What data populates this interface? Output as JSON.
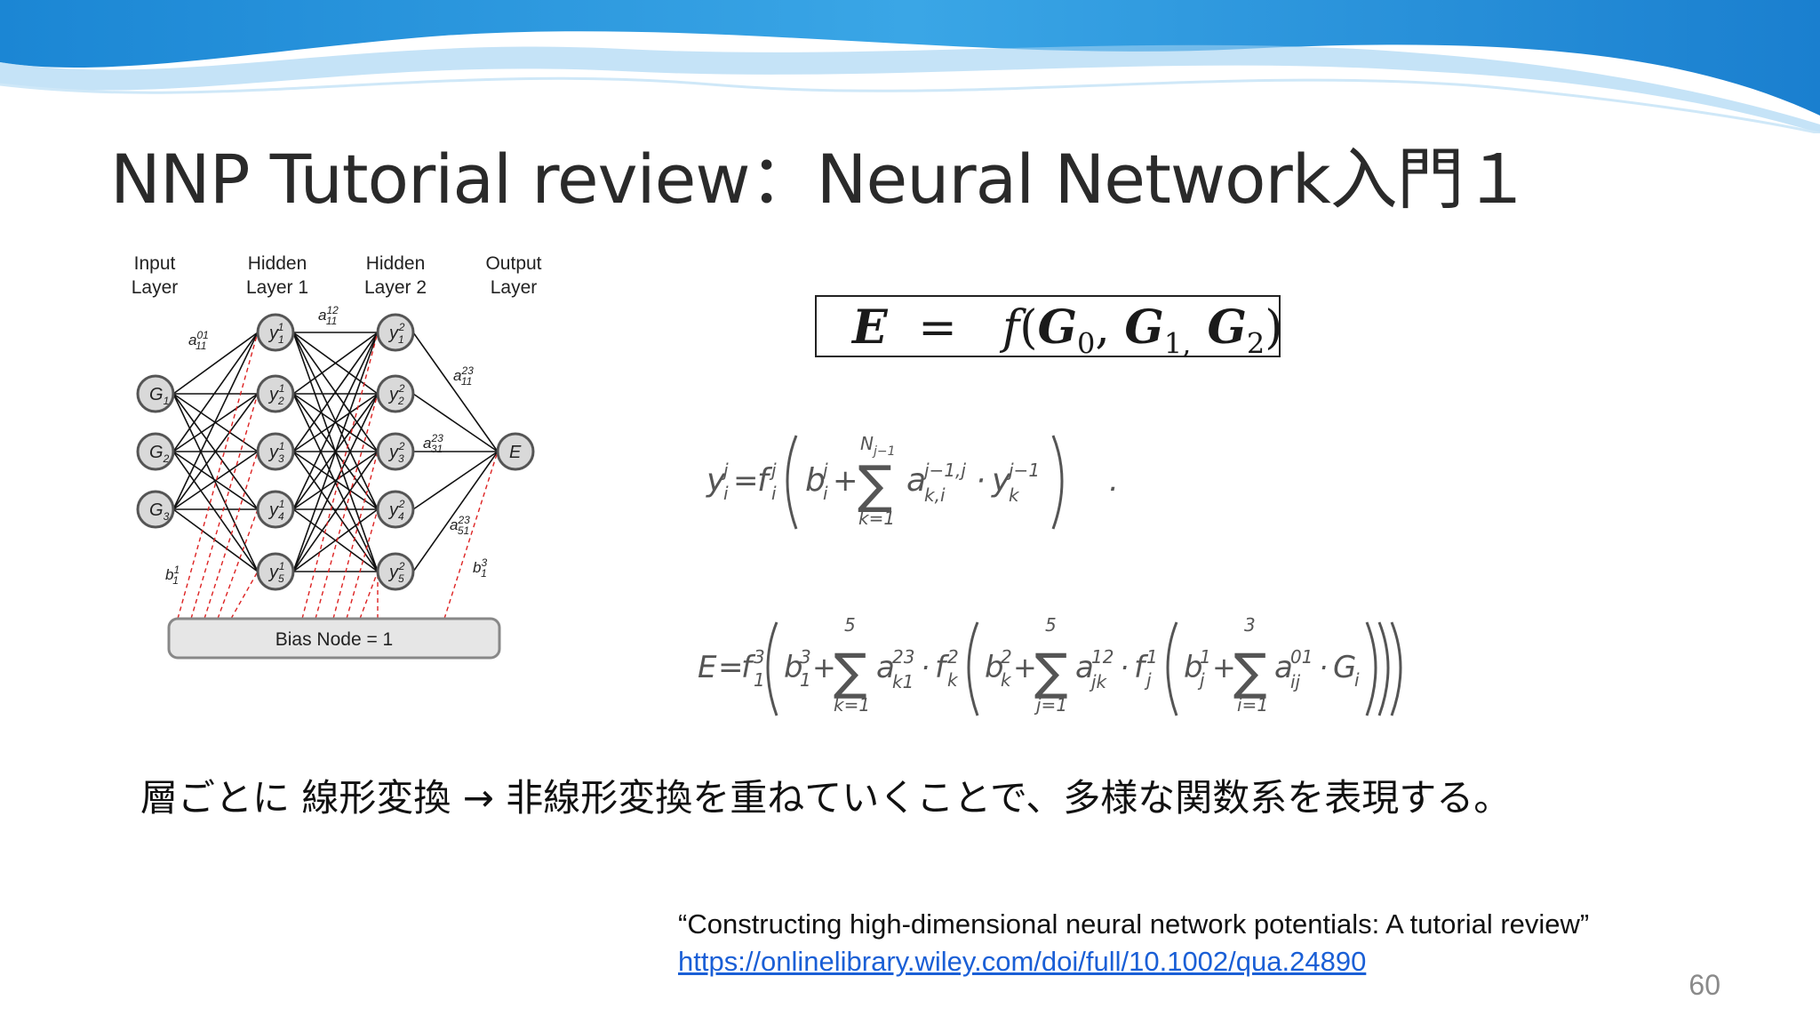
{
  "slide": {
    "title": "NNP Tutorial review：Neural Network入門１",
    "page_number": "60",
    "accent_color": "#1e8fd8"
  },
  "network": {
    "layer_labels": [
      [
        "Input",
        "Layer"
      ],
      [
        "Hidden",
        "Layer 1"
      ],
      [
        "Hidden",
        "Layer 2"
      ],
      [
        "Output",
        "Layer"
      ]
    ],
    "input_nodes": [
      "G1",
      "G2",
      "G3"
    ],
    "hidden1_nodes": [
      "y1",
      "y2",
      "y3",
      "y4",
      "y5"
    ],
    "hidden2_nodes": [
      "y1",
      "y2",
      "y3",
      "y4",
      "y5"
    ],
    "output_node": "E",
    "bias_label": "Bias Node = 1",
    "weight_labels": [
      "a01 11",
      "a12 11",
      "a23 11",
      "a23 31",
      "a23 51",
      "b1 1",
      "b3 1"
    ]
  },
  "equations": {
    "boxed": {
      "lhs": "E",
      "eq": "=",
      "f": "f",
      "args": "(G0, G1, G2)"
    },
    "node_formula": "y_i^j = f_i^j ( b_i^j + Σ_{k=1}^{N_{j-1}} a_{k,i}^{j-1,j} · y_k^{j-1} ) .",
    "energy_formula": "E = f_1^3 ( b_1^3 + Σ_{k=1}^{5} a_{k1}^{23} · f_k^2 ( b_k^2 + Σ_{j=1}^{5} a_{jk}^{12} · f_j^1 ( b_j^1 + Σ_{i=1}^{3} a_{ij}^{01} · G_i ) ) )"
  },
  "caption": "層ごとに 線形変換 → 非線形変換を重ねていくことで、多様な関数系を表現する。",
  "reference": {
    "title": "“Constructing high-dimensional neural network potentials: A tutorial review”",
    "url": "https://onlinelibrary.wiley.com/doi/full/10.1002/qua.24890"
  }
}
